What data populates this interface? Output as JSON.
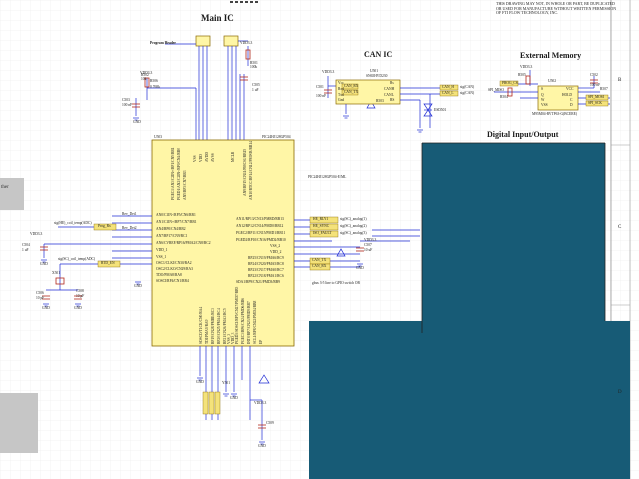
{
  "notice": {
    "line1": "THIS DRAWING MAY NOT, IN WHOLE OR PART, BE DUPLICATED",
    "line2": "OR USED FOR MANUFACTURE WITHOUT WRITTEN PERMISSION",
    "line3": "OF FTI FLOW TECHNOLOGY, INC."
  },
  "sections": {
    "main_ic": "Main IC",
    "can_ic": "CAN IC",
    "external_memory": "External Memory",
    "digital_io": "Digital Input/Output"
  },
  "main_ic": {
    "ref": "U503",
    "part": "PIC24HJ128GP504",
    "part_right": "PIC24HJ128GP504-E/ML",
    "program_header_label": "Program Header",
    "vdd_labels": [
      "VDD3.3",
      "VDD3.3",
      "VDD3.3",
      "VDD3.3",
      "VDD3.3"
    ],
    "left_pins": [
      "AN0/C1IN-/RP5/CN6/RB1",
      "AN1/C1IN+/RP7/CN7/RB1",
      "AN4/RP0/CN4/RB2",
      "AN7/RP17/CN9/RC1",
      "AN6/CVREF/RP16/PMA2/CN8/RC2",
      "VDD_1",
      "VSS_1",
      "OSC1/CLKI/CN30/RA2",
      "OSC2/CLKO/CN29/RA3",
      "TDO/PMA8/RA8",
      "SOSCI/RP4/CN1/RB4"
    ],
    "right_pins": [
      "AN11/RP13/CN13/PMRD/RB13",
      "AN12/RP12/CN14/PMD0/RB12",
      "PGEC2/RP11/CN15/PMD1/RB11",
      "PGED2/RP10/CN16/PMD2/RB10",
      "VSS_2",
      "VDD_2",
      "RP25/CN19/PMA6/RC9",
      "RP24/CN20/PMA5/RC8",
      "RP23/CN17/PMA0/RC7",
      "RP22/CN18/PMA1/RC6",
      "SDA1/RP9/CN21/PMD3/RB9"
    ],
    "top_pins": [
      "PGEC1/AN3/C2IN+/RP1/CN5/RB1",
      "PGED1/AN2/C2IN-/RP0/CN4/RB0",
      "AN5/RP3/CN7/RB3",
      "VSS",
      "VDD",
      "AVDD",
      "AVSS",
      "MCLR",
      "AN9/RP15/CN11/PMCS1/RB15",
      "AN10/RTCC/RP14/CN12/PMWR/RB14"
    ],
    "bottom_pins": [
      "SOSCO/T1CK/CN0/RA4",
      "TDI/PMA9/RA9",
      "RP19/CN28/PMBE/RC3",
      "RP20/CN25/PMA4/RC4",
      "RP21/CN26/PMA3/RC5",
      "VSS_3",
      "VDD_3",
      "PGED3/SOSCI/RP5/CN27/PMD7/RB5",
      "PGEC3/RP6/CN24/PMD6/RB6",
      "INT0/RP7/CN23/PMD5/RB7",
      "SCL1/RP8/CN22/PMD4/RB8",
      "EP"
    ],
    "left_nets": [
      "Rev_Det1",
      "Prog_Rx",
      "Rev_Det2",
      "RTD_EN"
    ],
    "right_nets": [
      "HE_RLY1",
      "HE_SYNC",
      "ISO_FAULT",
      "CAN_TX",
      "CAN_RX"
    ],
    "left_side_labels": [
      "sig(HE)_coil_temp(ADC)",
      "sig(SC)_coil_temp(ADC)"
    ],
    "right_side_labels": [
      "sig(SC)_analog(1)",
      "sig(SC)_analog(2)",
      "sig(SC)_analog(3)"
    ],
    "note": "gbus 3-5 line to GPIO switch OB",
    "components": [
      "R502",
      "10k",
      "C503",
      "100 nF",
      "R506",
      "0.768k",
      "C504",
      "1 uF",
      "R501",
      "100k",
      "C505",
      "1 uF",
      "C506",
      "10 pF",
      "C508",
      "10 pF",
      "X501",
      "C507",
      "10 uF",
      "C509",
      "Y501"
    ]
  },
  "can_ic": {
    "ref": "U501",
    "part": "SN65HVD230",
    "vdd": "VDD3.3",
    "pins_left": [
      "Vcc",
      "Rxd",
      "Txd",
      "Gnd"
    ],
    "pins_right": [
      "Rs",
      "CANH",
      "CANL",
      "RS"
    ],
    "nets": [
      "CAN_RX",
      "CAN_TX",
      "CAN_H",
      "CAN_L"
    ],
    "components": [
      "C501",
      "100 nF",
      "R503",
      "ESD501"
    ],
    "side_labels": [
      "sig(CAN)",
      "sig(CAN)"
    ]
  },
  "external_memory": {
    "ref": "U502",
    "part": "M95M04-RVTP63-G(BCERE)",
    "vdd": "VDD3.3",
    "nets": [
      "PROG_CS",
      "SPI_MISO",
      "SPI_MOSI",
      "SPI_SCK"
    ],
    "pins_left": [
      "S",
      "Q",
      "W",
      "VSS"
    ],
    "pins_right": [
      "VCC",
      "HOLD",
      "C",
      "D"
    ],
    "components": [
      "C502",
      "100 nF",
      "R504",
      "R505",
      "R507"
    ],
    "side_labels": [
      "SPI_MISO",
      "SPI_MOSI",
      "SPI_SCK"
    ]
  },
  "ground_label": "GND",
  "side_text": "ther",
  "margin_labels": [
    "B",
    "C",
    "D"
  ],
  "colors": {
    "wire": "#1f2bd4",
    "component": "#b1271b",
    "chip_fill": "#fff6a6",
    "chip_stroke": "#8a6a00",
    "overlay_blue": "#175b76",
    "grid": "#e6e6e6",
    "gray_panel": "#c7c7c7",
    "net_label_fill": "#f4e27a"
  }
}
